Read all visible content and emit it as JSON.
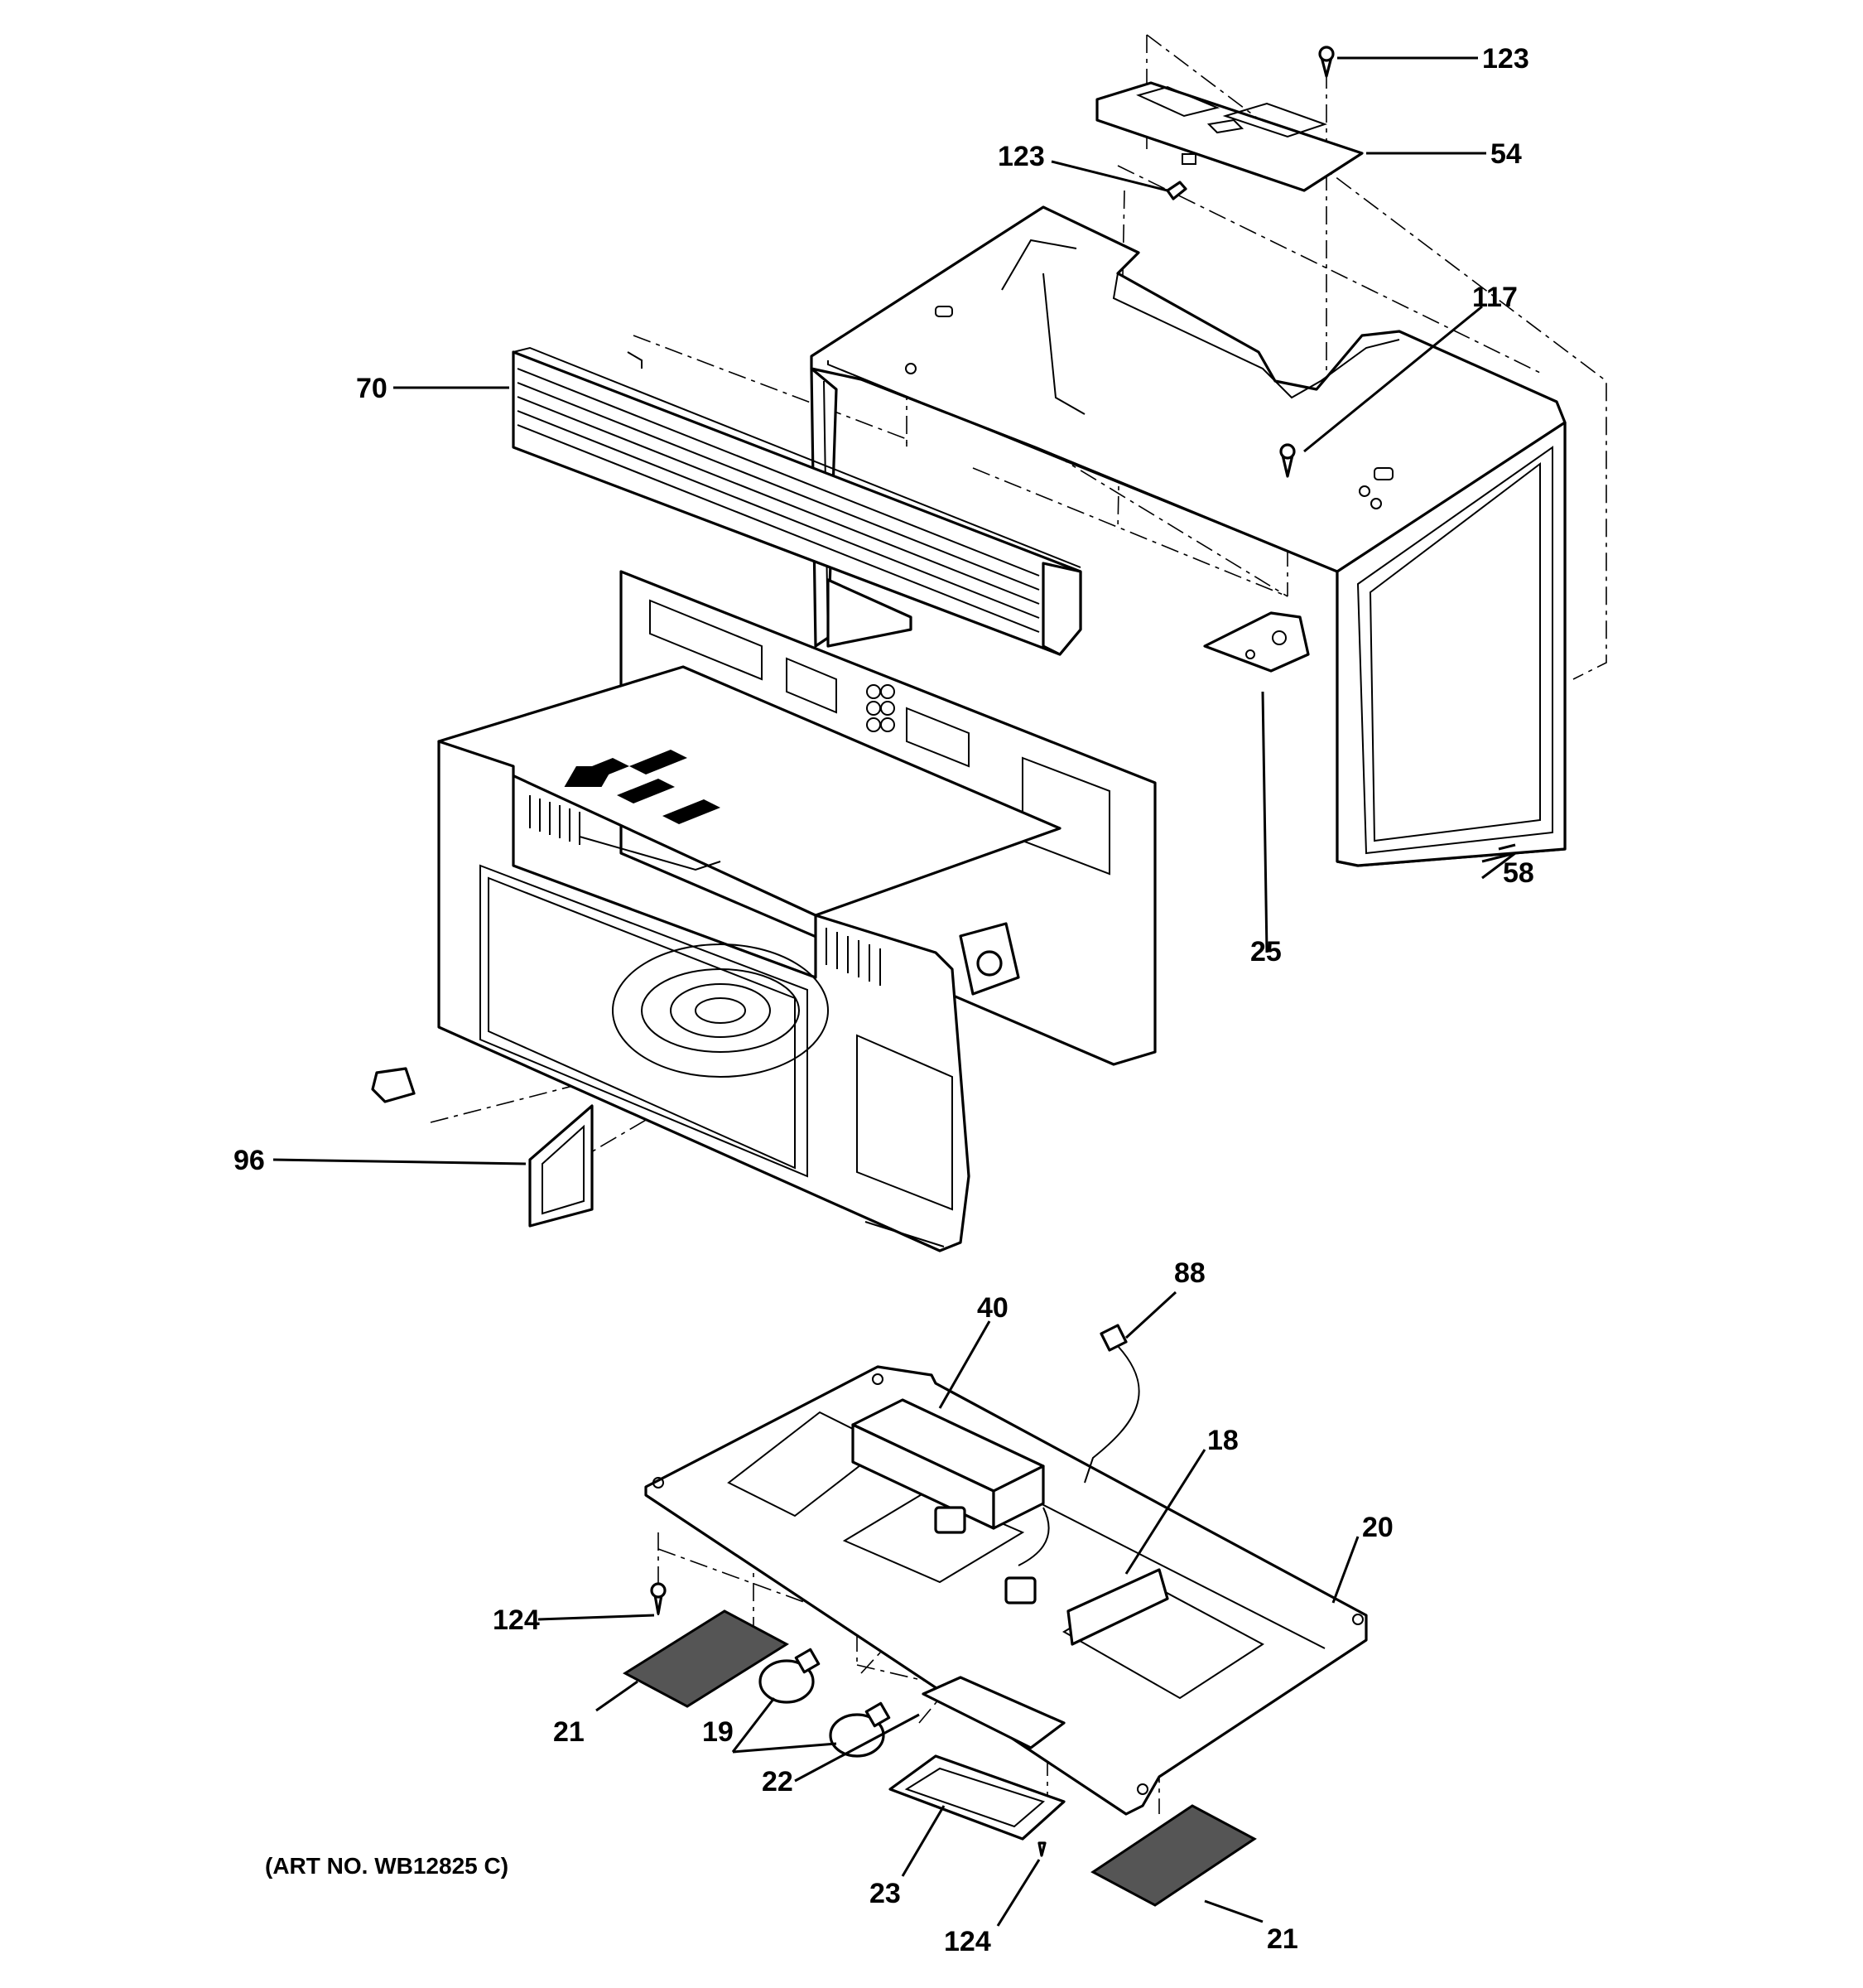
{
  "art_number": "(ART NO. WB12825 C)",
  "callouts": [
    {
      "id": "c123a",
      "label": "123"
    },
    {
      "id": "c54",
      "label": "54"
    },
    {
      "id": "c123b",
      "label": "123"
    },
    {
      "id": "c117",
      "label": "117"
    },
    {
      "id": "c70",
      "label": "70"
    },
    {
      "id": "c58",
      "label": "58"
    },
    {
      "id": "c25",
      "label": "25"
    },
    {
      "id": "c96",
      "label": "96"
    },
    {
      "id": "c88",
      "label": "88"
    },
    {
      "id": "c40",
      "label": "40"
    },
    {
      "id": "c18",
      "label": "18"
    },
    {
      "id": "c20",
      "label": "20"
    },
    {
      "id": "c124a",
      "label": "124"
    },
    {
      "id": "c21a",
      "label": "21"
    },
    {
      "id": "c19",
      "label": "19"
    },
    {
      "id": "c22",
      "label": "22"
    },
    {
      "id": "c23",
      "label": "23"
    },
    {
      "id": "c124b",
      "label": "124"
    },
    {
      "id": "c21b",
      "label": "21"
    }
  ]
}
